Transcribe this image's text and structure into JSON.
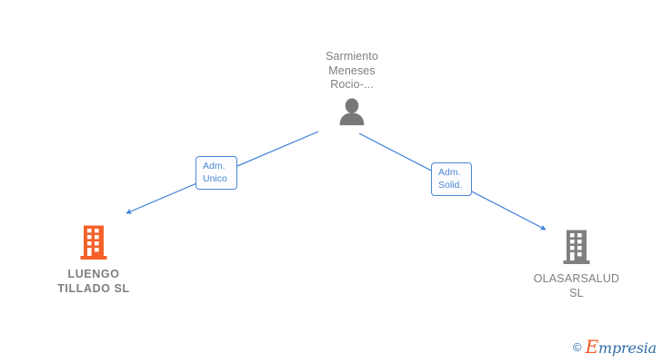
{
  "diagram": {
    "type": "org-relationship-graph",
    "background_color": "#ffffff",
    "person": {
      "name": "Sarmiento\nMeneses\nRocio-...",
      "icon": "person-icon",
      "color": "#808080"
    },
    "companies": [
      {
        "id": "luengo-tillado",
        "name": "LUENGO\nTILLADO  SL",
        "icon": "building-icon",
        "icon_color": "#f4622a",
        "text_color": "#7d7d7d",
        "position": "left"
      },
      {
        "id": "olasarsalud",
        "name": "OLASARSALUD\nSL",
        "icon": "building-icon",
        "icon_color": "#808080",
        "text_color": "#808080",
        "position": "right"
      }
    ],
    "edges": [
      {
        "from": "Sarmiento Meneses Rocio-...",
        "to": "LUENGO TILLADO SL",
        "label": "Adm.\nUnico",
        "color": "#4a86d6"
      },
      {
        "from": "Sarmiento Meneses Rocio-...",
        "to": "OLASARSALUD SL",
        "label": "Adm.\nSolid.",
        "color": "#4a86d6"
      }
    ]
  },
  "watermark": {
    "copyright": "©",
    "brand_initial": "E",
    "brand_rest": "mpresia",
    "accent_color": "#f15a22",
    "text_color": "#2f6da8"
  }
}
